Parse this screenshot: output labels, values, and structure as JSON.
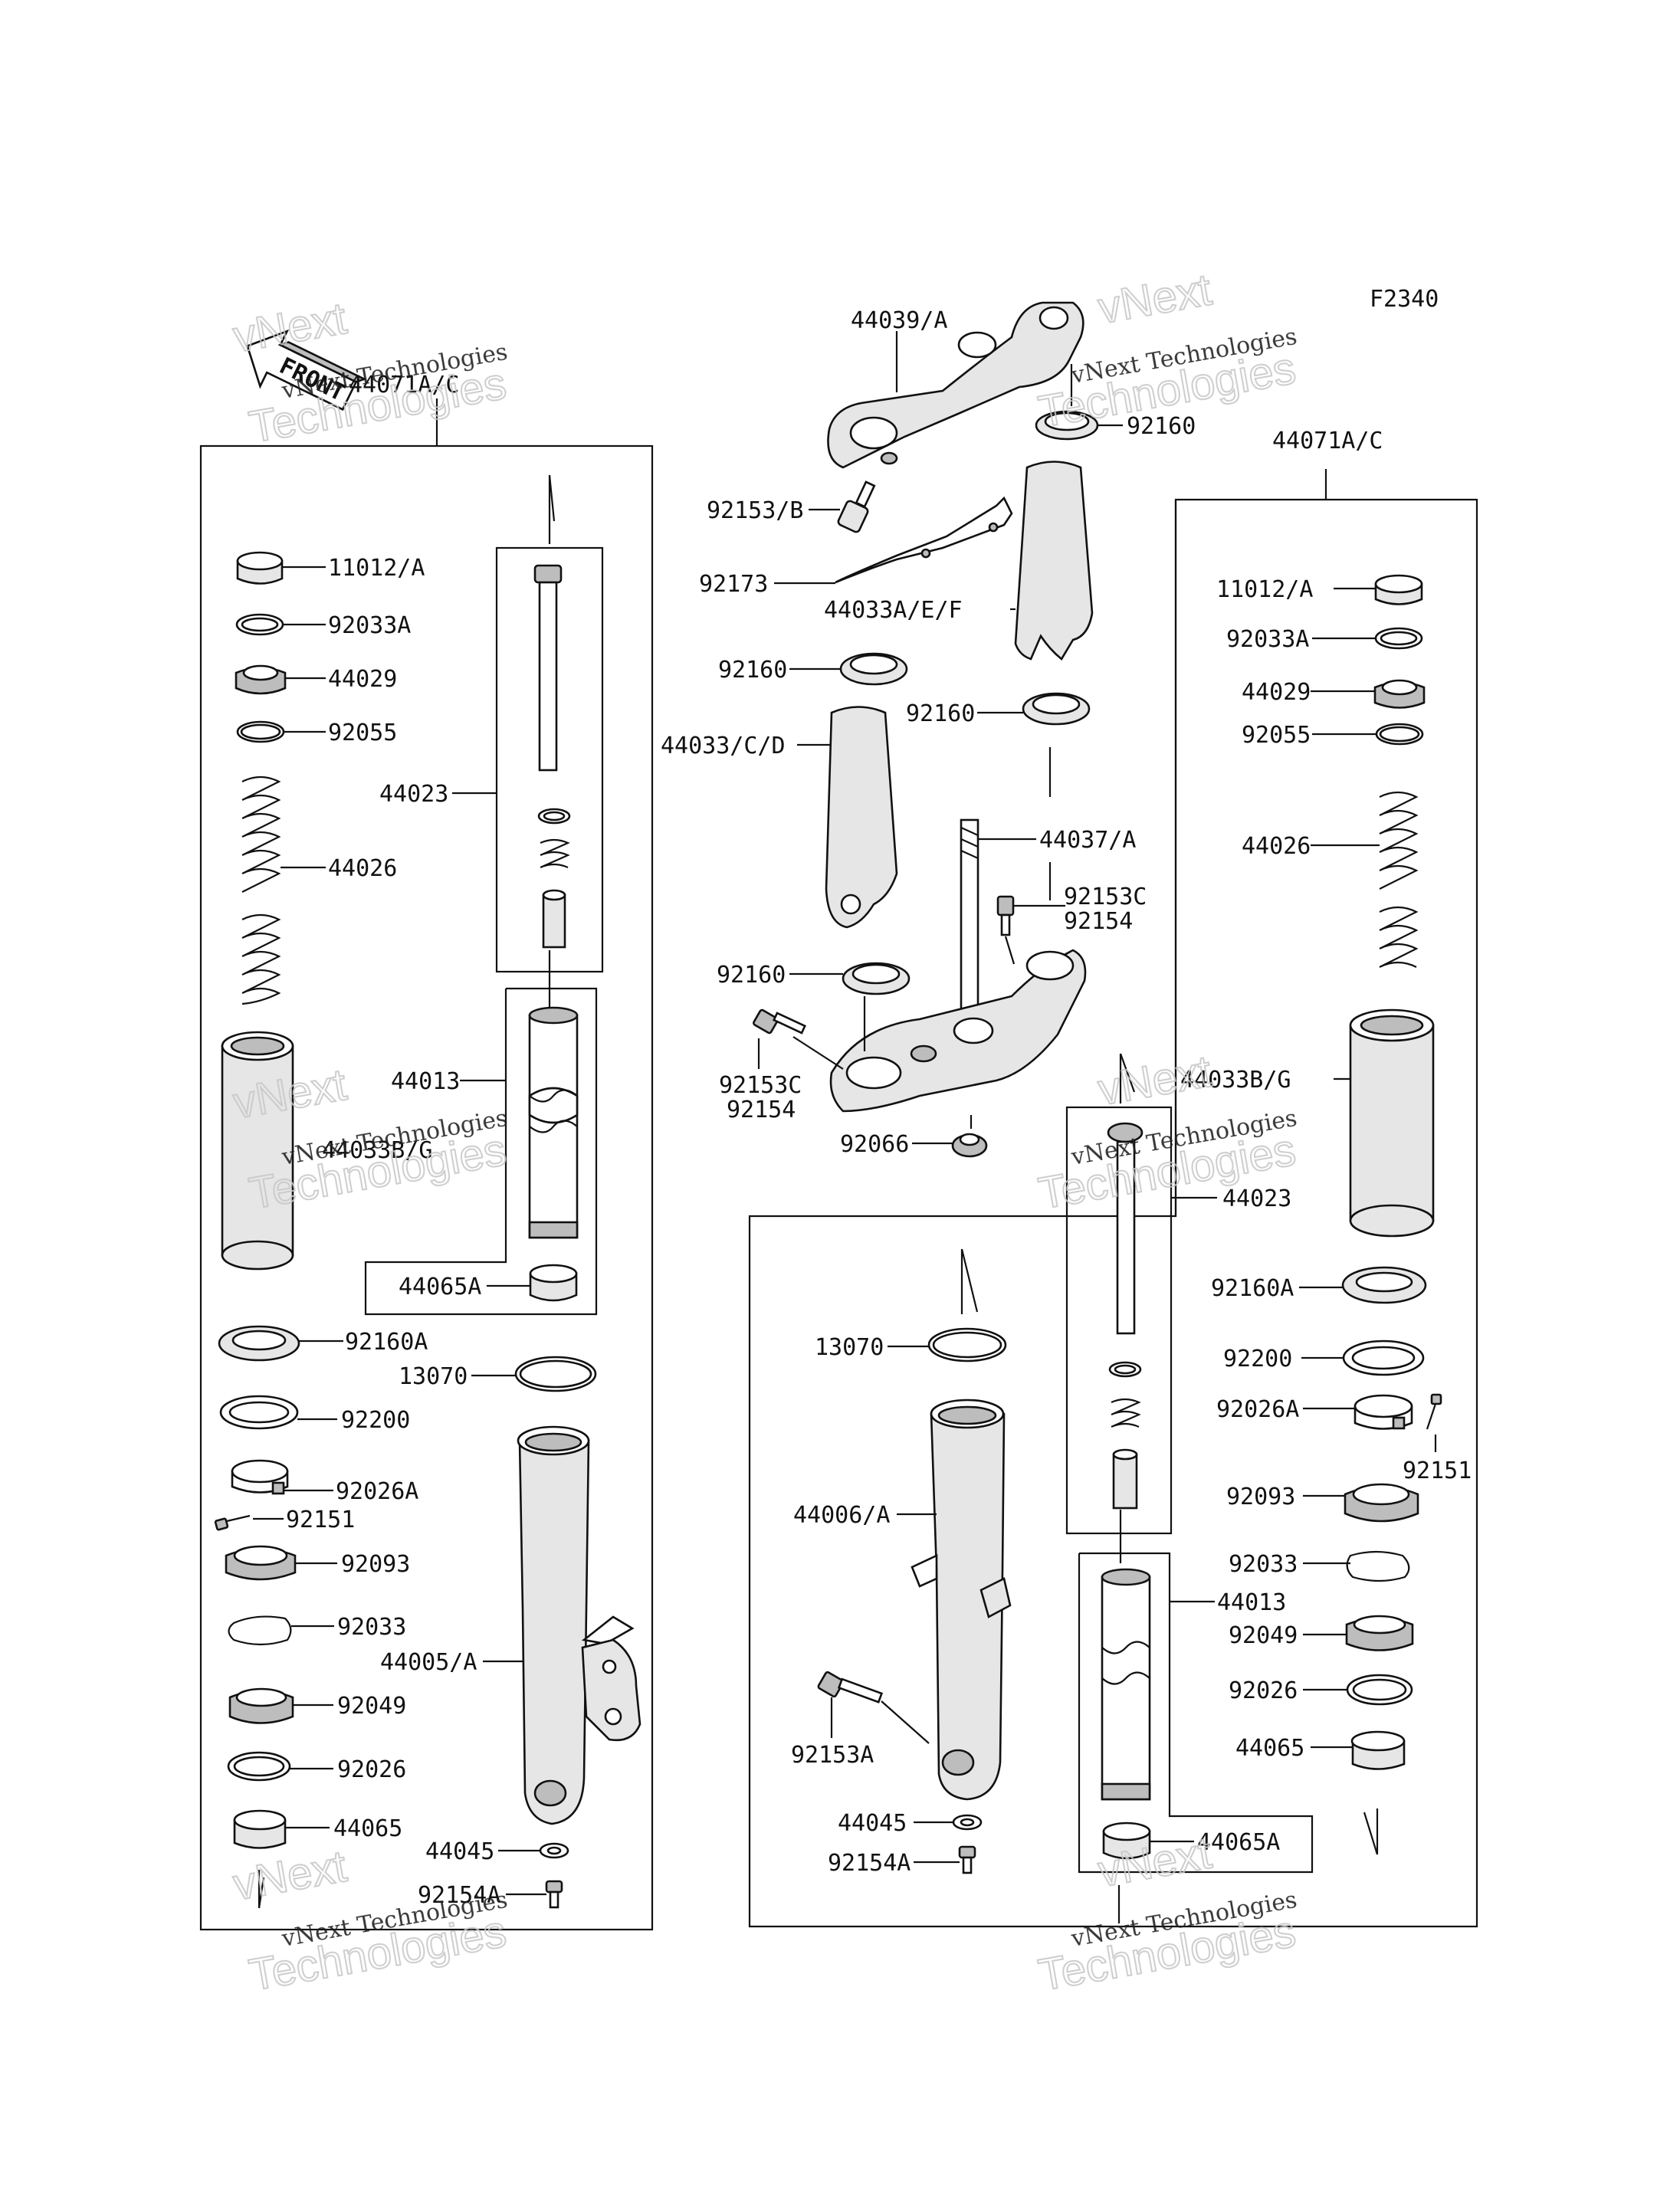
{
  "figure_code": "F2340",
  "front_label": "FRONT",
  "watermark": {
    "line1": "vNext Technologies",
    "line2": "Technologies",
    "line3": "vNext"
  },
  "labels": {
    "p44071_left": "44071A/C",
    "p44071_right": "44071A/C",
    "p44039": "44039/A",
    "p92160_top": "92160",
    "p92153b": "92153/B",
    "p92173": "92173",
    "p44033aef": "44033A/E/F",
    "p92160_mid1": "92160",
    "p92160_mid2": "92160",
    "p44033cd": "44033/C/D",
    "p44037a": "44037/A",
    "p92153c_r": "92153C",
    "p92154_r": "92154",
    "p92160_low": "92160",
    "p92153c_l": "92153C",
    "p92154_l": "92154",
    "p92066": "92066",
    "L_11012a": "11012/A",
    "L_92033a": "92033A",
    "L_44029": "44029",
    "L_92055": "92055",
    "L_44023": "44023",
    "L_44026": "44026",
    "L_44013": "44013",
    "L_44033bg": "44033B/G",
    "L_44065a": "44065A",
    "L_92160a": "92160A",
    "L_13070": "13070",
    "L_92200": "92200",
    "L_92026a": "92026A",
    "L_92151": "92151",
    "L_92093": "92093",
    "L_92033": "92033",
    "L_44005a": "44005/A",
    "L_92049": "92049",
    "L_92026": "92026",
    "L_44065": "44065",
    "L_44045": "44045",
    "L_92154a": "92154A",
    "R_11012a": "11012/A",
    "R_92033a": "92033A",
    "R_44029": "44029",
    "R_92055": "92055",
    "R_44026": "44026",
    "R_44033bg": "44033B/G",
    "R_44023": "44023",
    "R_92160a": "92160A",
    "R_13070": "13070",
    "R_92200": "92200",
    "R_92026a": "92026A",
    "R_92151": "92151",
    "R_44006a": "44006/A",
    "R_92093": "92093",
    "R_92033": "92033",
    "R_44013": "44013",
    "R_92049": "92049",
    "R_92153a": "92153A",
    "R_92026": "92026",
    "R_44065": "44065",
    "R_44045": "44045",
    "R_92154a": "92154A",
    "R_44065a": "44065A"
  }
}
